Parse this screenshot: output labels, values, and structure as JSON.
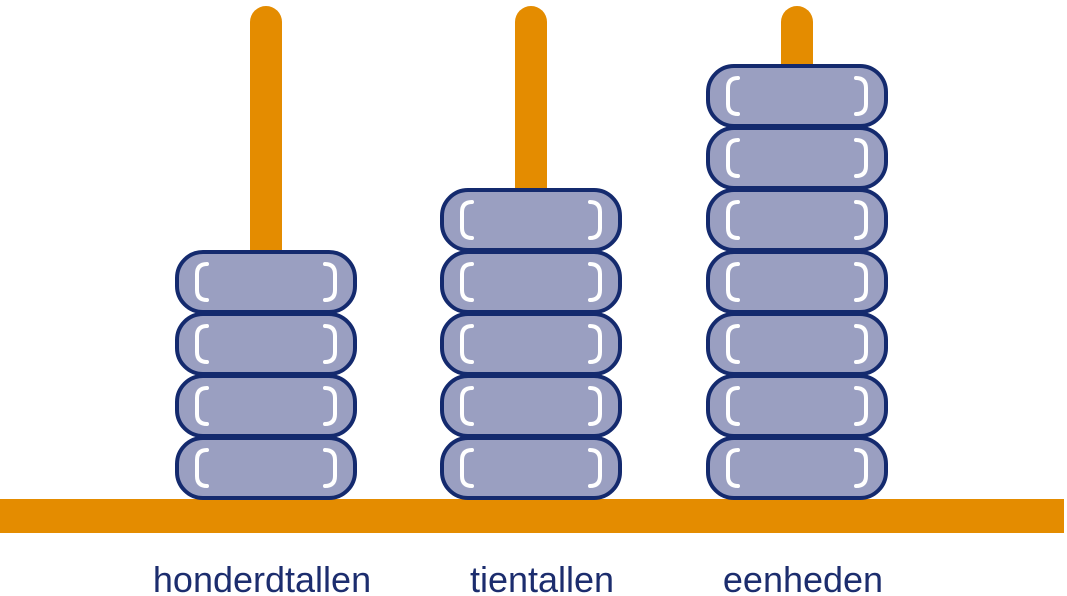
{
  "colors": {
    "rod": "#e48c00",
    "bead_fill": "#9a9fc1",
    "bead_outline": "#142a6e",
    "highlight": "#ffffff",
    "label": "#1c2d6e"
  },
  "rods": [
    {
      "label": "honderdtallen",
      "beads": 4
    },
    {
      "label": "tientallen",
      "beads": 5
    },
    {
      "label": "eenheden",
      "beads": 7
    }
  ]
}
